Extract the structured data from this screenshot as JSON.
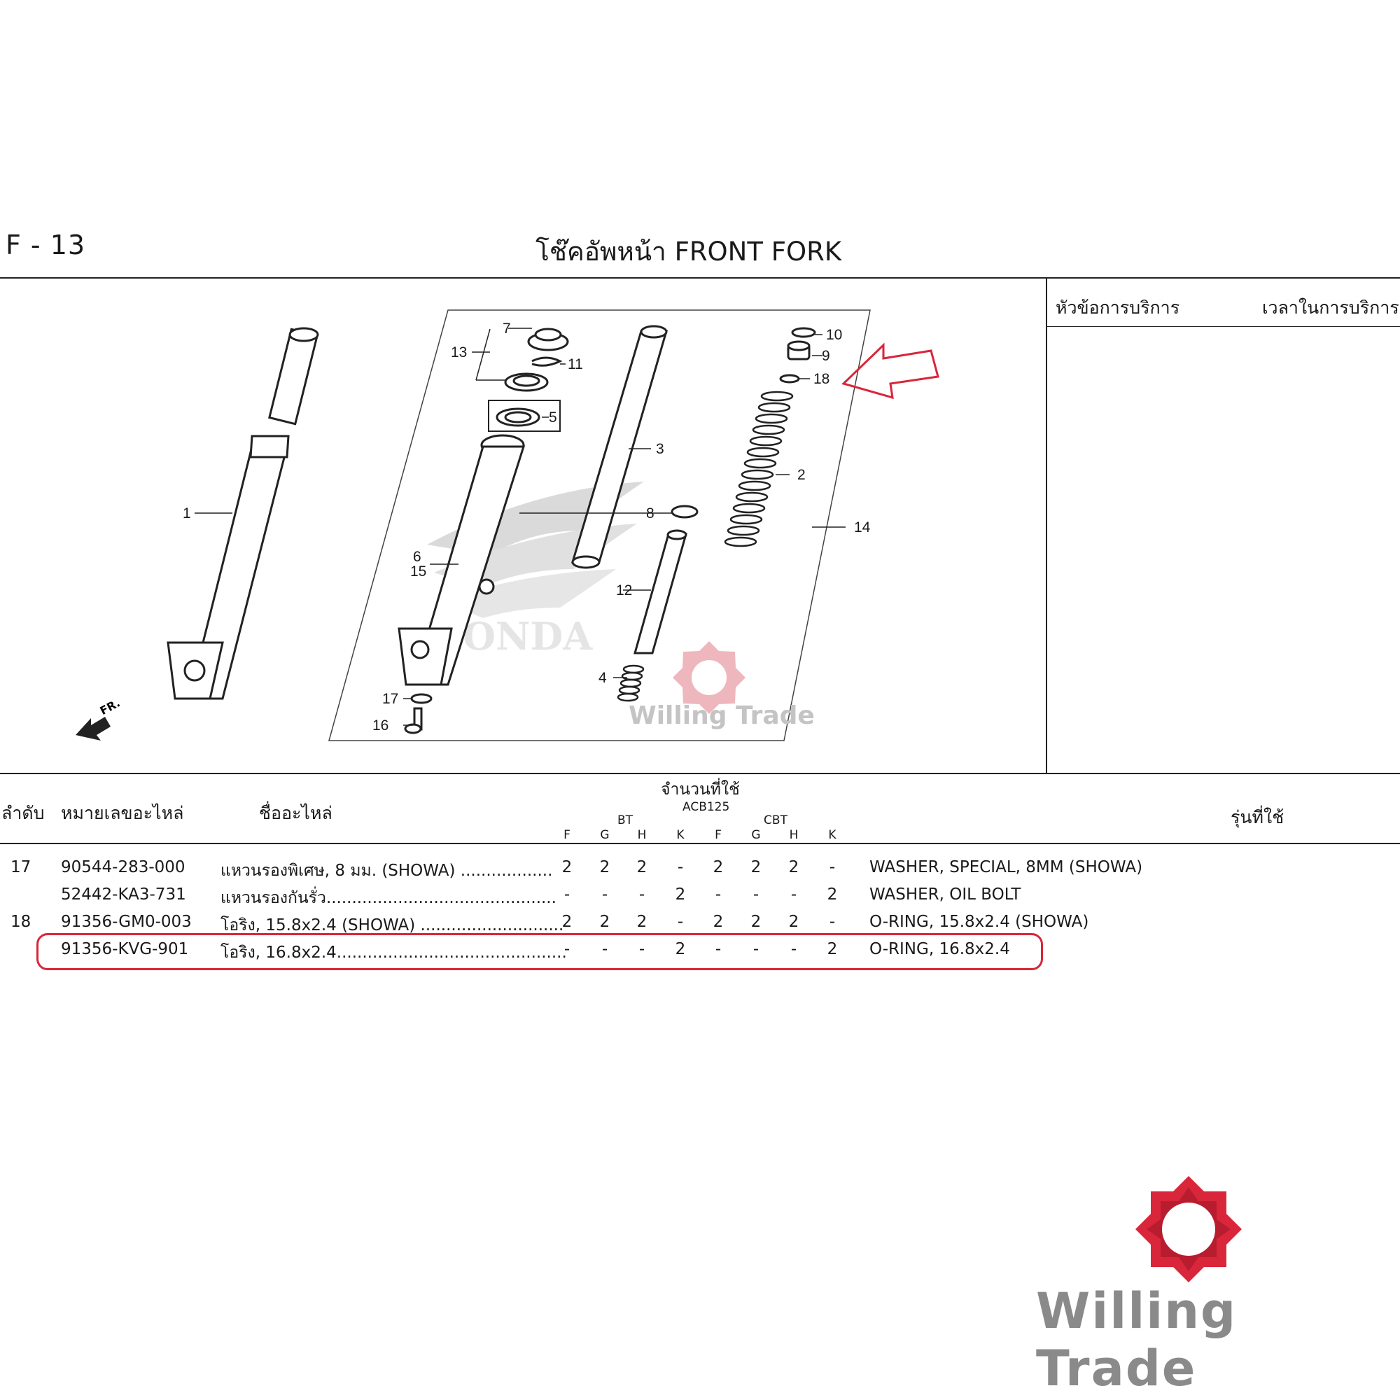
{
  "header": {
    "page_code": "F - 13",
    "title": "โช๊คอัพหน้า  FRONT FORK"
  },
  "service_panel": {
    "topic_label": "หัวข้อการบริการ",
    "time_label": "เวลาในการบริการ"
  },
  "diagram": {
    "direction_label": "FR.",
    "callouts": [
      "1",
      "2",
      "3",
      "4",
      "5",
      "6",
      "7",
      "8",
      "9",
      "10",
      "11",
      "12",
      "13",
      "14",
      "15",
      "16",
      "17",
      "18"
    ],
    "watermark_text": "HONDA",
    "highlight_arrow_color": "#d9263a"
  },
  "table": {
    "headers": {
      "seq": "ลำดับ",
      "part_number": "หมายเลขอะไหล่",
      "part_name": "ชื่ออะไหล่",
      "qty_used": "จำนวนที่ใช้",
      "model_code": "ACB125",
      "group_bt": "BT",
      "group_cbt": "CBT",
      "models_used": "รุ่นที่ใช้",
      "variant_columns": [
        "F",
        "G",
        "H",
        "K",
        "F",
        "G",
        "H",
        "K"
      ]
    },
    "rows": [
      {
        "seq": "17",
        "part_number": "90544-283-000",
        "name_th": "แหวนรองพิเศษ, 8 มม. (SHOWA) ..................",
        "qty": [
          "2",
          "2",
          "2",
          "-",
          "2",
          "2",
          "2",
          "-"
        ],
        "name_en": "WASHER, SPECIAL, 8MM (SHOWA)"
      },
      {
        "seq": "",
        "part_number": "52442-KA3-731",
        "name_th": "แหวนรองกันรั่ว.............................................",
        "qty": [
          "-",
          "-",
          "-",
          "2",
          "-",
          "-",
          "-",
          "2"
        ],
        "name_en": "WASHER, OIL BOLT"
      },
      {
        "seq": "18",
        "part_number": "91356-GM0-003",
        "name_th": "โอริง, 15.8x2.4 (SHOWA) ............................",
        "qty": [
          "2",
          "2",
          "2",
          "-",
          "2",
          "2",
          "2",
          "-"
        ],
        "name_en": "O-RING, 15.8x2.4 (SHOWA)"
      },
      {
        "seq": "",
        "part_number": "91356-KVG-901",
        "name_th": "โอริง, 16.8x2.4.............................................",
        "qty": [
          "-",
          "-",
          "-",
          "2",
          "-",
          "-",
          "-",
          "2"
        ],
        "name_en": "O-RING, 16.8x2.4"
      }
    ]
  },
  "branding": {
    "watermark_small": "Willing Trade",
    "watermark_large": "Willing Trade",
    "logo_color": "#d9263a"
  }
}
